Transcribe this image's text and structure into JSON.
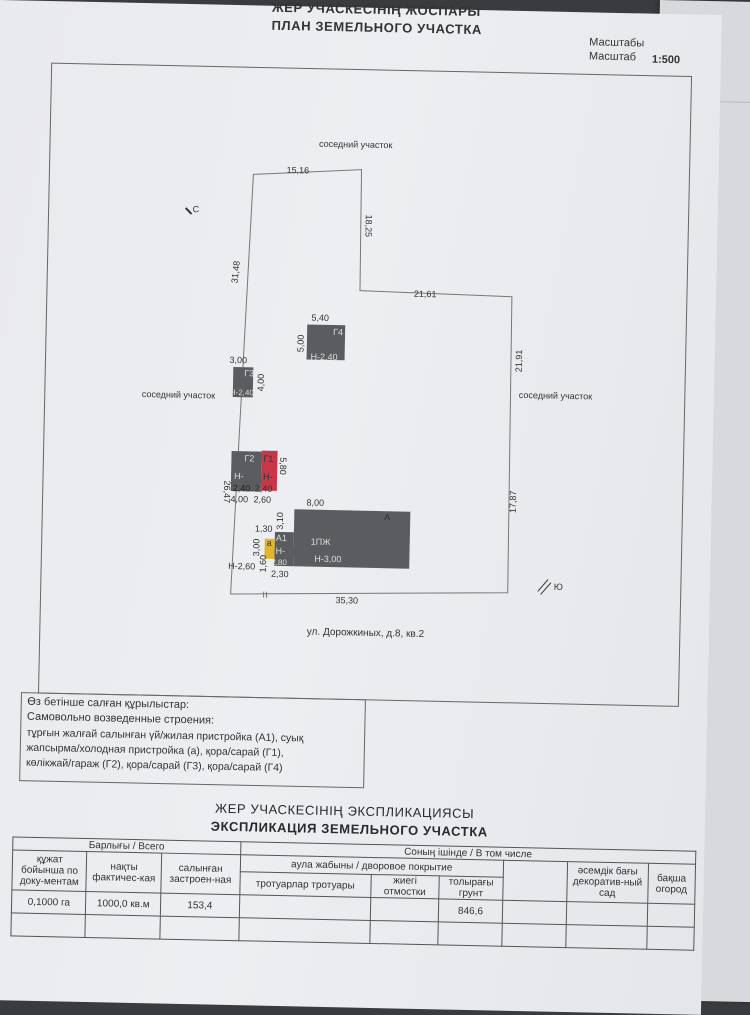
{
  "header": {
    "top_title": "ЖЕР УЧАСКЕСІНІҢ ЖОСПАРЫ",
    "plan_title": "ПЛАН ЗЕМЕЛЬНОГО УЧАСТКА",
    "scale_kz": "Масштабы",
    "scale_ru": "Масштаб",
    "scale_value": "1:500"
  },
  "plan": {
    "neighbor_top": "соседний участок",
    "neighbor_left": "соседний участок",
    "neighbor_right": "соседний участок",
    "north_letter": "С",
    "south_letter": "Ю",
    "address": "ул. Дорожкиных, д.8, кв.2",
    "dims": {
      "top": "15,16",
      "right_upper": "18,25",
      "step": "21,61",
      "left_upper": "31,48",
      "right_mid": "21,91",
      "right_lower": "17,87",
      "left_lower": "26,47",
      "bottom": "35,30"
    },
    "buildings": {
      "g4": {
        "label": "Г4",
        "w": "5,40",
        "h": "5,00",
        "height": "Н-2,40"
      },
      "g3": {
        "label": "Г3",
        "w": "3,00",
        "h": "4,00",
        "height": "Н-2,40"
      },
      "g2": {
        "label": "Г2",
        "w": "4,00",
        "h_prefix": "Н-",
        "height": "2,40"
      },
      "g1": {
        "label": "Г1",
        "w": "2,60",
        "h": "5,80",
        "h_prefix": "Н-",
        "height": "2,40"
      },
      "main": {
        "label": "1ПЖ",
        "corner": "А",
        "w": "8,00",
        "h": "3,10",
        "height": "Н-3,00"
      },
      "a1": {
        "label": "А1",
        "w": "2,30",
        "h_prefix": "Н-",
        "height": "2,80"
      },
      "porch": {
        "label": "а",
        "w": "1,30",
        "h": "3,00",
        "h2": "1,60",
        "height": "Н-2,60"
      }
    }
  },
  "structures": {
    "title_kz": "Өз бетінше салған құрылыстар:",
    "title_ru": "Самовольно возведенные строения:",
    "lines": [
      "тұрғын жалғай салынған үй/жилая пристройка (А1), суық",
      "жапсырма/холодная пристройка (а), қора/сарай (Г1),",
      "көлікжай/гараж (Г2), қора/сарай (Г3), қора/сарай (Г4)"
    ]
  },
  "explication": {
    "title_kz": "ЖЕР УЧАСКЕСІНІҢ ЭКСПЛИКАЦИЯСЫ",
    "title_ru": "ЭКСПЛИКАЦИЯ ЗЕМЕЛЬНОГО УЧАСТКА",
    "col_total_group": "Барлығы / Всего",
    "col_incl_group": "Соның ішінде / В том числе",
    "col_yard_group": "аула жабыны / дворовое покрытие",
    "col_docs": "құжат бойынша по доку-ментам",
    "col_actual": "нақты фактичес-кая",
    "col_built": "салынған застроен-ная",
    "col_sidewalk": "тротуарлар тротуары",
    "col_blind": "жиегі отмостки",
    "col_soil": "толырағы грунт",
    "col_garden": "әсемдік бағы декоратив-ный сад",
    "col_veg": "бақша огород",
    "row": {
      "docs": "0,1000 га",
      "actual": "1000,0 кв.м",
      "built": "153,4",
      "soil": "846,6"
    }
  }
}
